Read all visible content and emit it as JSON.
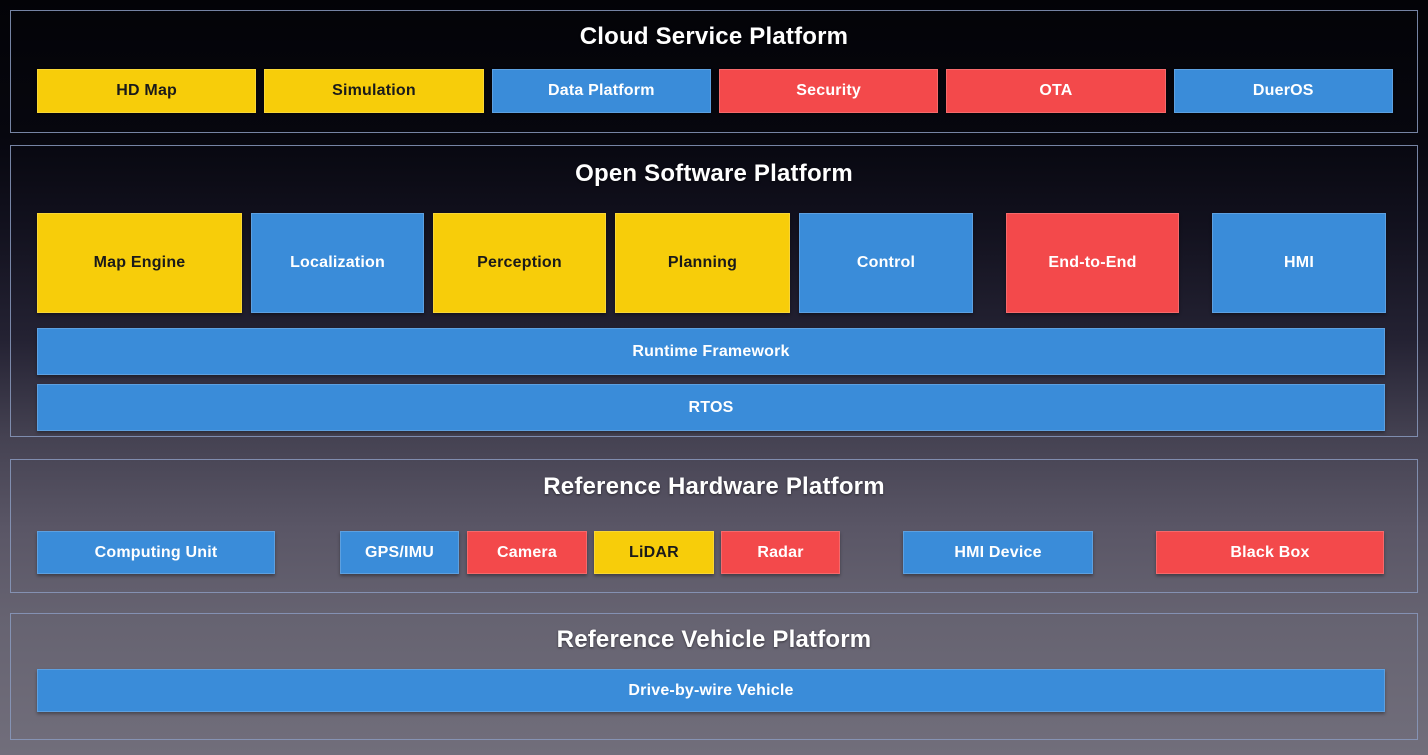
{
  "colors": {
    "yellow": "#F7CD0A",
    "blue": "#3A8CD9",
    "red": "#F3494B",
    "border": "#899ABE",
    "title_text": "#FFFFFF",
    "yellow_box_text": "#1A1A1A",
    "light_box_text": "#FFFFFF"
  },
  "sections": [
    {
      "title": "Cloud Service Platform",
      "boxes": [
        {
          "label": "HD Map",
          "color": "yellow"
        },
        {
          "label": "Simulation",
          "color": "yellow"
        },
        {
          "label": "Data Platform",
          "color": "blue"
        },
        {
          "label": "Security",
          "color": "red"
        },
        {
          "label": "OTA",
          "color": "red"
        },
        {
          "label": "DuerOS",
          "color": "blue"
        }
      ]
    },
    {
      "title": "Open Software Platform",
      "boxes": [
        {
          "label": "Map Engine",
          "color": "yellow"
        },
        {
          "label": "Localization",
          "color": "blue"
        },
        {
          "label": "Perception",
          "color": "yellow"
        },
        {
          "label": "Planning",
          "color": "yellow"
        },
        {
          "label": "Control",
          "color": "blue"
        },
        {
          "label": "End-to-End",
          "color": "red"
        },
        {
          "label": "HMI",
          "color": "blue"
        }
      ],
      "bars": [
        {
          "label": "Runtime Framework",
          "color": "blue"
        },
        {
          "label": "RTOS",
          "color": "blue"
        }
      ]
    },
    {
      "title": "Reference Hardware Platform",
      "boxes": [
        {
          "label": "Computing Unit",
          "color": "blue"
        },
        {
          "label": "GPS/IMU",
          "color": "blue"
        },
        {
          "label": "Camera",
          "color": "red"
        },
        {
          "label": "LiDAR",
          "color": "yellow"
        },
        {
          "label": "Radar",
          "color": "red"
        },
        {
          "label": "HMI Device",
          "color": "blue"
        },
        {
          "label": "Black Box",
          "color": "red"
        }
      ]
    },
    {
      "title": "Reference Vehicle Platform",
      "bars": [
        {
          "label": "Drive-by-wire Vehicle",
          "color": "blue"
        }
      ]
    }
  ]
}
